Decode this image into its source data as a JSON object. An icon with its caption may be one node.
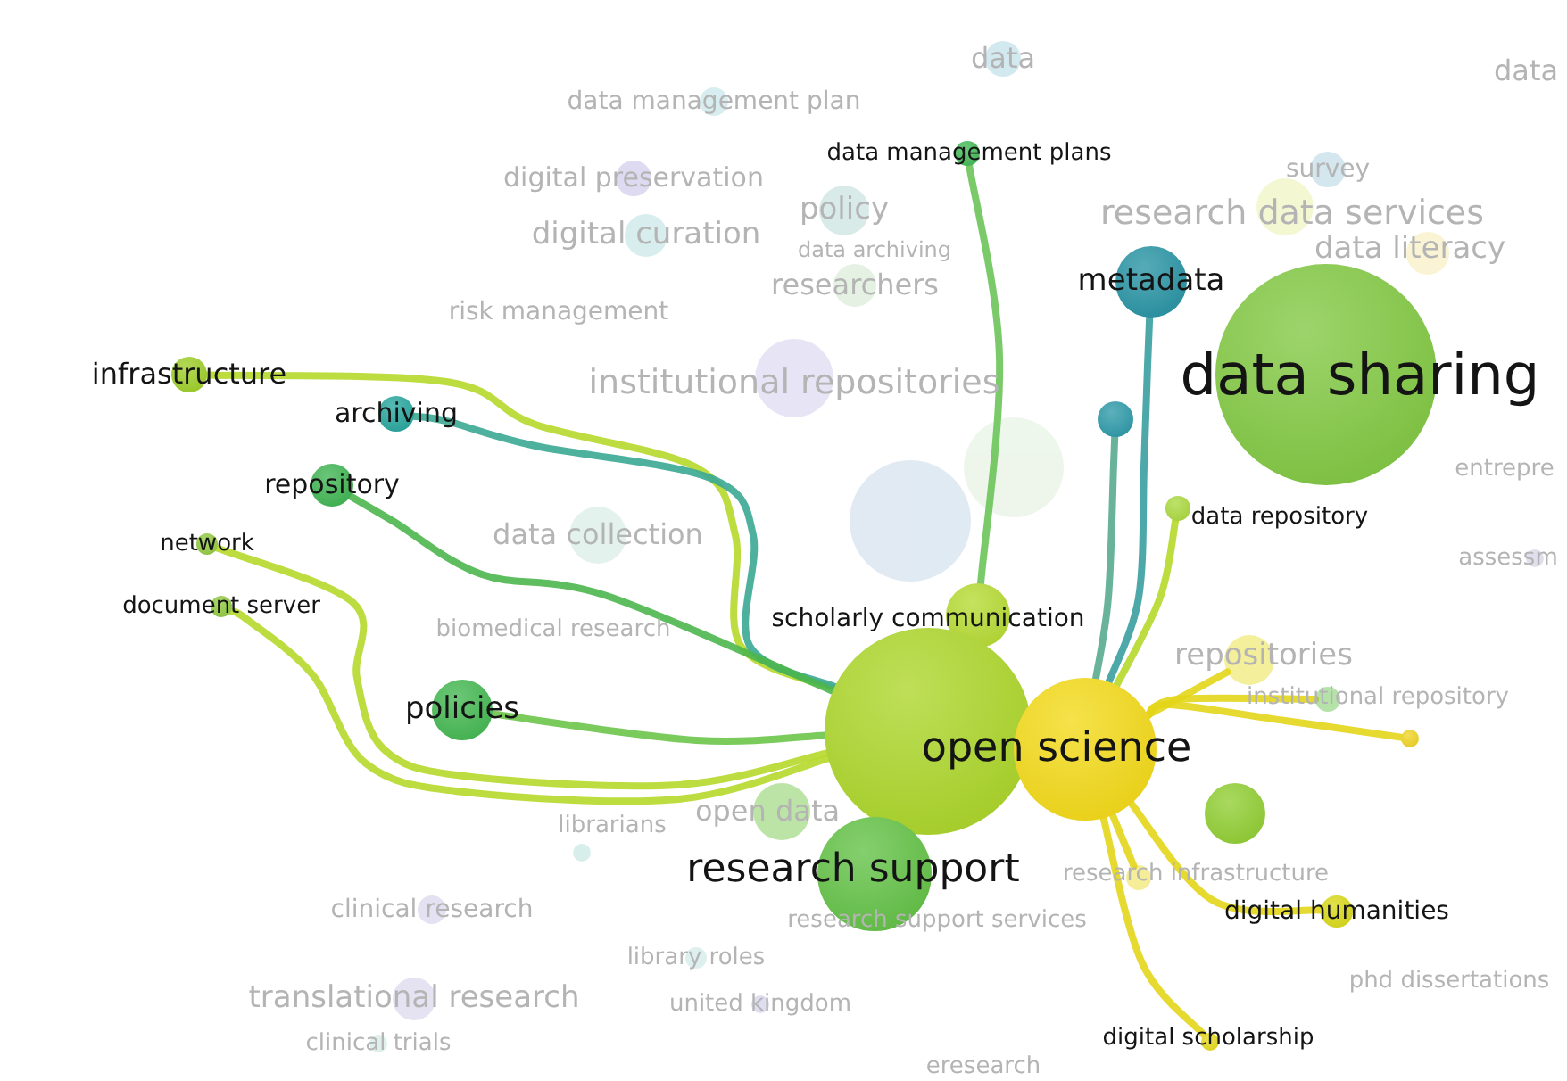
{
  "diagram": {
    "nodes": [
      {
        "text": [
          "data"
        ]
      },
      {
        "text": [
          "data"
        ]
      },
      {
        "text": [
          "data management plan"
        ]
      },
      {
        "text": [
          "data management plans"
        ]
      },
      {
        "text": [
          "survey"
        ]
      },
      {
        "text": [
          "digital preservation"
        ]
      },
      {
        "text": [
          "policy"
        ]
      },
      {
        "text": [
          "research data services"
        ]
      },
      {
        "text": [
          "digital curation"
        ]
      },
      {
        "text": [
          "data archiving"
        ]
      },
      {
        "text": [
          "researchers"
        ]
      },
      {
        "text": [
          "metadata"
        ]
      },
      {
        "text": [
          "data literacy"
        ]
      },
      {
        "text": [
          "risk management"
        ]
      },
      {
        "text": [
          "data sharing"
        ]
      },
      {
        "text": [
          "infrastructure"
        ]
      },
      {
        "text": [
          "institutional repositories"
        ]
      },
      {
        "text": [
          "archiving"
        ]
      },
      {
        "text": [],
        "shape": "circle"
      },
      {
        "text": [
          "data repository"
        ]
      },
      {
        "text": [
          "entrepre"
        ]
      },
      {
        "text": [
          "repository"
        ]
      },
      {
        "text": [
          "network"
        ]
      },
      {
        "text": [
          "data collection"
        ]
      },
      {
        "text": [
          "assessm"
        ]
      },
      {
        "text": [
          "document server"
        ]
      },
      {
        "text": [
          "scholarly communication"
        ]
      },
      {
        "text": [
          "biomedical research"
        ]
      },
      {
        "text": [
          "repositories"
        ]
      },
      {
        "text": [
          "open data"
        ]
      },
      {
        "text": [
          "institutional repository"
        ]
      },
      {
        "text": [],
        "shape": "circle"
      },
      {
        "text": [
          "policies"
        ]
      },
      {
        "text": [],
        "shape": "circle"
      },
      {
        "text": [
          "open science"
        ]
      },
      {
        "text": [],
        "shape": "circle"
      },
      {
        "text": [
          "librarians"
        ]
      },
      {
        "text": [
          "research support"
        ]
      },
      {
        "text": [
          "research infrastructure"
        ]
      },
      {
        "text": [
          "clinical research"
        ]
      },
      {
        "text": [
          "digital humanities"
        ]
      },
      {
        "text": [
          "research support services"
        ]
      },
      {
        "text": [
          "library roles"
        ]
      },
      {
        "text": [
          "phd dissertations"
        ]
      },
      {
        "text": [
          "translational research"
        ]
      },
      {
        "text": [
          "united kingdom"
        ]
      },
      {
        "text": [
          "digital scholarship"
        ]
      },
      {
        "text": [
          "clinical trials"
        ]
      },
      {
        "text": [
          "eresearch"
        ]
      }
    ],
    "edges": [
      {
        "from": 33,
        "to": 15,
        "arrow": "none"
      },
      {
        "from": 33,
        "to": 17,
        "arrow": "none",
        "color": "#3aa894"
      },
      {
        "from": 33,
        "to": 21,
        "arrow": "none",
        "color": "#4cb64c"
      },
      {
        "from": 33,
        "to": 22,
        "arrow": "none"
      },
      {
        "from": 33,
        "to": 25,
        "arrow": "none"
      },
      {
        "from": 33,
        "to": 32,
        "arrow": "none",
        "color": "#6cc44a"
      },
      {
        "from": 26,
        "to": 3,
        "arrow": "none",
        "color": "#6cc45a"
      },
      {
        "from": 34,
        "to": 11,
        "arrow": "none",
        "color": "#3a9fa0"
      },
      {
        "from": 34,
        "to": 18,
        "arrow": "none",
        "color": "#5aab90"
      },
      {
        "from": 34,
        "to": 19,
        "arrow": "none"
      },
      {
        "from": 34,
        "to": 28,
        "arrow": "none",
        "color": "#e3d51a"
      },
      {
        "from": 34,
        "to": 30,
        "arrow": "none",
        "color": "#e3d51a"
      },
      {
        "from": 34,
        "to": 31,
        "arrow": "none",
        "color": "#e3d51a"
      },
      {
        "from": 34,
        "to": 38,
        "arrow": "none",
        "color": "#e3d51a"
      },
      {
        "from": 34,
        "to": 40,
        "arrow": "none",
        "color": "#e3d51a"
      },
      {
        "from": 34,
        "to": 46,
        "arrow": "none",
        "color": "#e3d51a"
      }
    ]
  }
}
